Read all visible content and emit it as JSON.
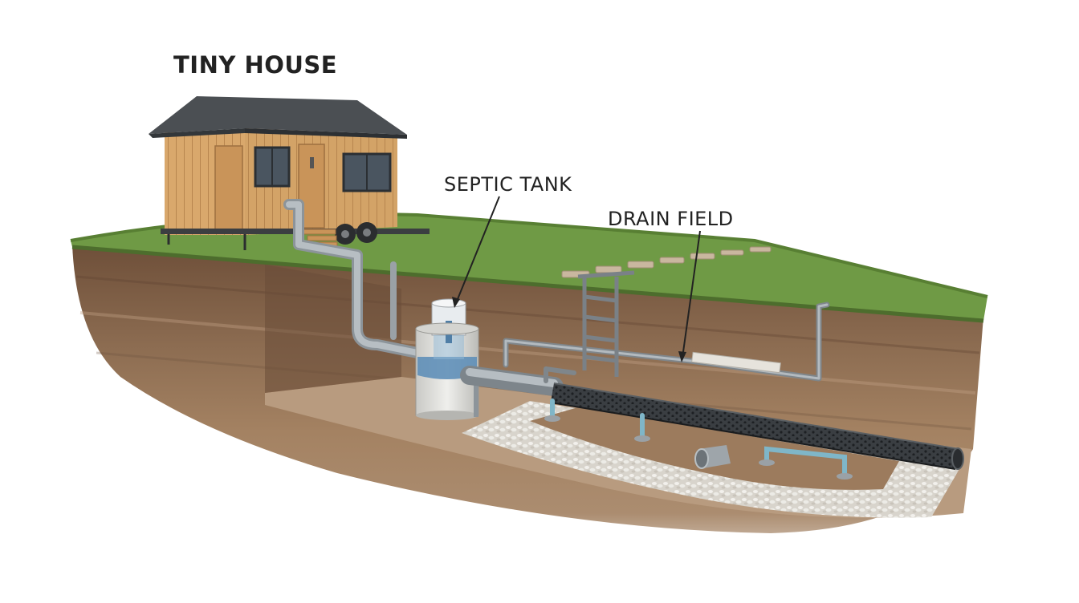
{
  "labels": {
    "tiny_house": "TINY HOUSE",
    "septic_tank": "SEPTIC TANK",
    "drain_field": "DRAIN FIELD"
  },
  "colors": {
    "background": "#ffffff",
    "grass": "#6f9a45",
    "grass_dark": "#587f33",
    "soil_top": "#8a6a4f",
    "soil_mid": "#a27f60",
    "soil_deep": "#7a5a42",
    "trench_floor": "#b79a7d",
    "gravel": "#e4e1db",
    "house_wood": "#d9a86c",
    "house_wood_dark": "#b8864f",
    "roof": "#4b4f53",
    "pipe_gray": "#a9b0b6",
    "perforated_pipe": "#34383c",
    "tank_body": "#e3e3e0",
    "tank_water": "#5f8fb8",
    "label_text": "#222222"
  }
}
